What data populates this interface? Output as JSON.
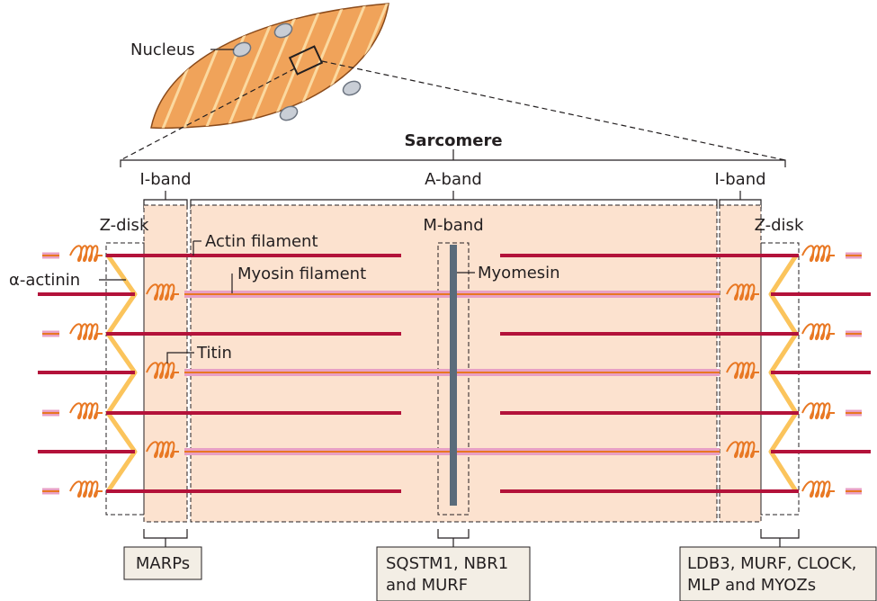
{
  "labels": {
    "nucleus": "Nucleus",
    "sarcomere": "Sarcomere",
    "i_band_left": "I-band",
    "a_band": "A-band",
    "i_band_right": "I-band",
    "z_disk_left": "Z-disk",
    "m_band": "M-band",
    "z_disk_right": "Z-disk",
    "actin_filament": "Actin filament",
    "myosin_filament": "Myosin filament",
    "alpha_actinin": "α-actinin",
    "myomesin": "Myomesin",
    "titin": "Titin"
  },
  "boxes": {
    "marps": [
      "MARPs"
    ],
    "m_band_proteins": [
      "SQSTM1, NBR1",
      "and MURF"
    ],
    "z_disk_proteins": [
      "LDB3, MURF, CLOCK,",
      "MLP and MYOZs"
    ]
  },
  "colors": {
    "cell_fill": "#f0a35a",
    "cell_stripe": "#fbd9a0",
    "band_fill": "#fce2cf",
    "actin": "#b3123a",
    "myosin": "#e8a0c4",
    "titin": "#e87722",
    "alpha_actinin": "#fbc45c",
    "m_line": "#5a6b7a",
    "box_fill": "#f3eee5"
  }
}
